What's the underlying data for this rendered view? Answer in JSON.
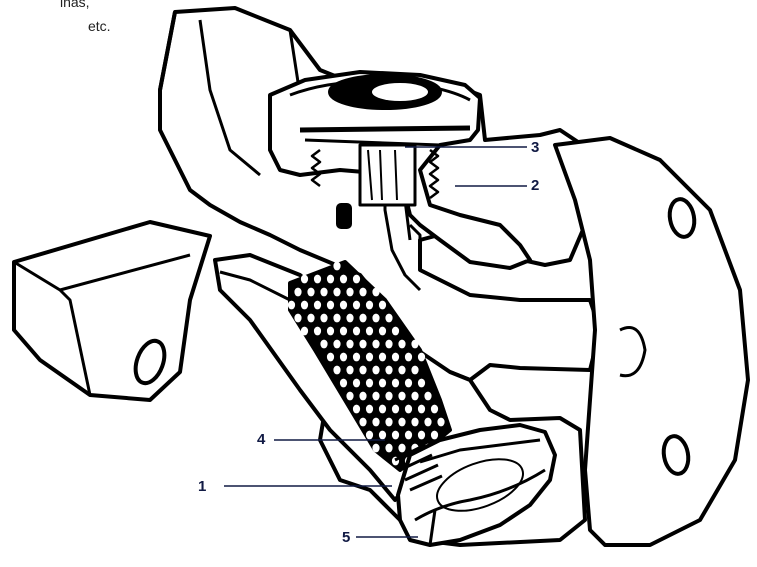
{
  "caption": {
    "line1": "inas,",
    "line2": "etc."
  },
  "callouts": {
    "c1": "1",
    "c2": "2",
    "c3": "3",
    "c4": "4",
    "c5": "5"
  },
  "colors": {
    "ink": "#000000",
    "paper": "#ffffff",
    "label": "#111a44"
  }
}
